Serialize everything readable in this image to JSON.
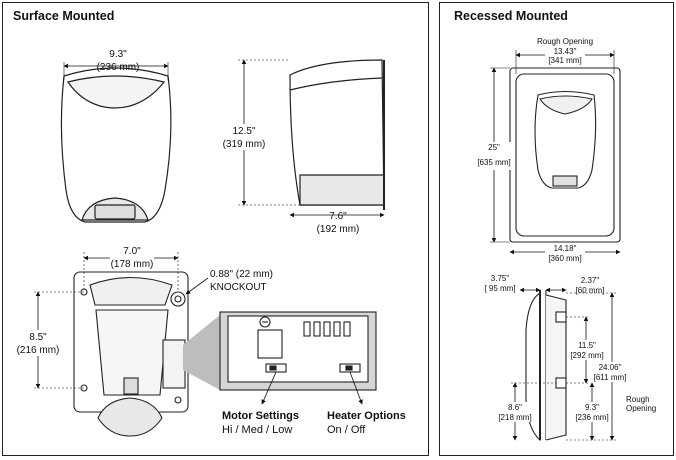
{
  "surface": {
    "title": "Surface Mounted",
    "width_in": "9.3\"",
    "width_mm": "(236 mm)",
    "height_in": "12.5\"",
    "height_mm": "(319 mm)",
    "depth_in": "7.6\"",
    "depth_mm": "(192 mm)",
    "mount_w_in": "7.0\"",
    "mount_w_mm": "(178 mm)",
    "knockout_in": "0.88\" (22 mm)",
    "knockout_label": "KNOCKOUT",
    "mount_h_in": "8.5\"",
    "mount_h_mm": "(216 mm)",
    "motor_title": "Motor Settings",
    "motor_sub": "Hi / Med / Low",
    "heater_title": "Heater Options",
    "heater_sub": "On / Off"
  },
  "recessed": {
    "title": "Recessed Mounted",
    "rough_label": "Rough Opening",
    "ro_w_in": "13.43\"",
    "ro_w_mm": "[341 mm]",
    "ro_h_in": "25\"",
    "ro_h_mm": "[635 mm]",
    "outer_w_in": "14.18\"",
    "outer_w_mm": "[360 mm]",
    "a_in": "3.75\"",
    "a_mm": "[ 95 mm]",
    "b_in": "2.37\"",
    "b_mm": "[60 mm]",
    "c_in": "11.5\"",
    "c_mm": "[292 mm]",
    "d_in": "24.06\"",
    "d_mm": "[611 mm]",
    "rough_side1": "Rough",
    "rough_side2": "Opening",
    "e_in": "8.6\"",
    "e_mm": "[218 mm]",
    "f_in": "9.3\"",
    "f_mm": "[236 mm]"
  }
}
